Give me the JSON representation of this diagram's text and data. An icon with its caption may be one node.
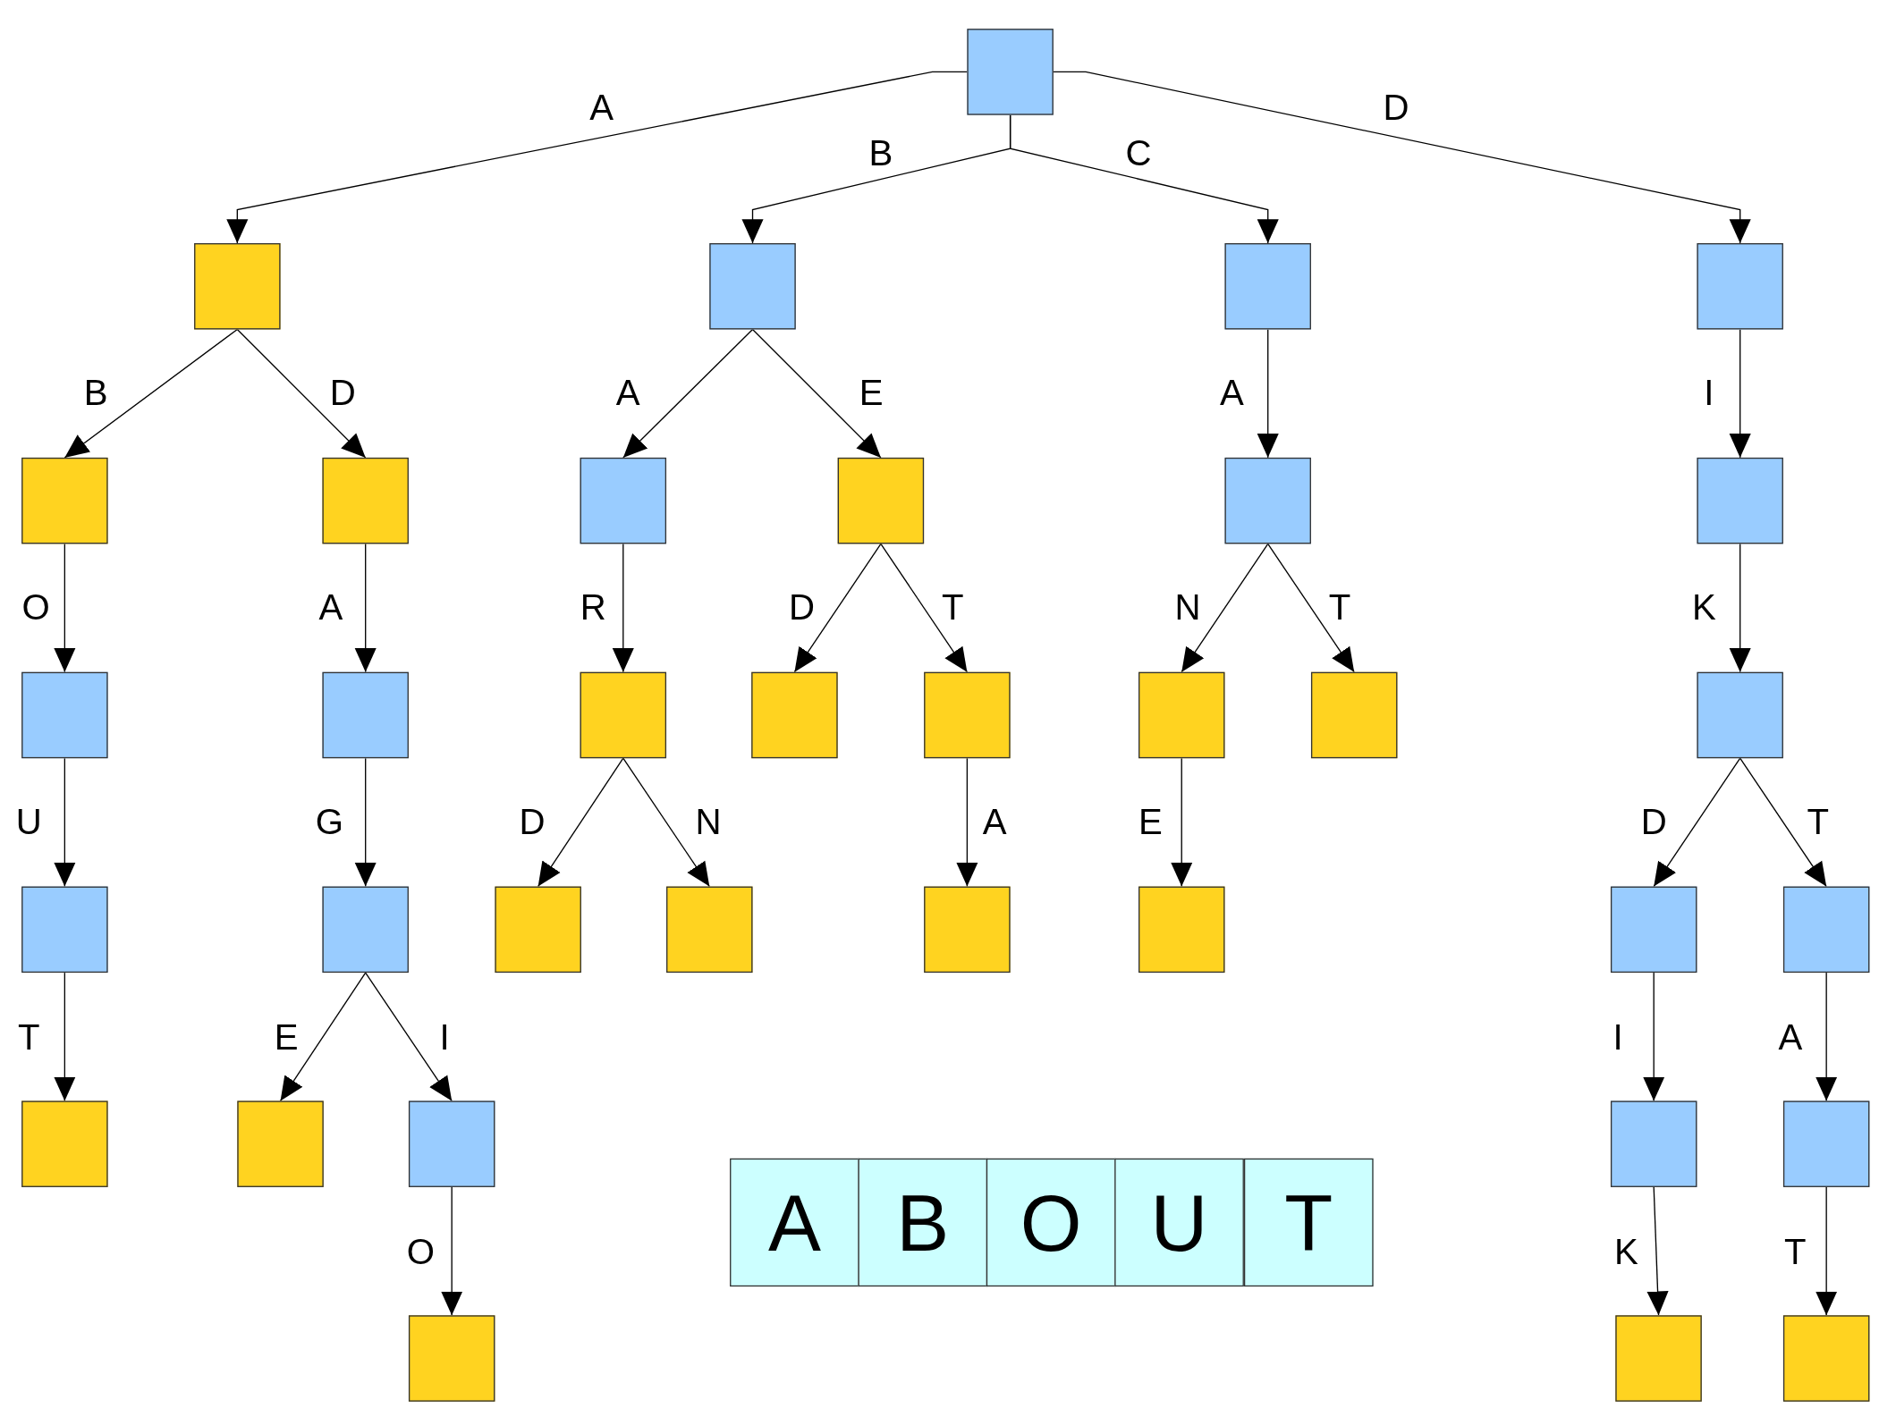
{
  "diagram": {
    "nodes": [
      {
        "text": [],
        "shape": "box"
      },
      {
        "text": [],
        "shape": "box"
      },
      {
        "text": [],
        "shape": "box"
      },
      {
        "text": [],
        "shape": "box"
      },
      {
        "text": [],
        "shape": "box"
      },
      {
        "text": [],
        "shape": "box"
      },
      {
        "text": [],
        "shape": "box"
      },
      {
        "text": [],
        "shape": "box"
      },
      {
        "text": [],
        "shape": "box"
      },
      {
        "text": [],
        "shape": "box"
      },
      {
        "text": [],
        "shape": "box"
      },
      {
        "text": [],
        "shape": "box"
      },
      {
        "text": [],
        "shape": "box"
      },
      {
        "text": [],
        "shape": "box"
      },
      {
        "text": [],
        "shape": "box"
      },
      {
        "text": [],
        "shape": "box"
      },
      {
        "text": [],
        "shape": "box"
      },
      {
        "text": [],
        "shape": "box"
      },
      {
        "text": [],
        "shape": "box"
      },
      {
        "text": [],
        "shape": "box"
      },
      {
        "text": [],
        "shape": "box"
      },
      {
        "text": [],
        "shape": "box"
      },
      {
        "text": [],
        "shape": "box"
      },
      {
        "text": [],
        "shape": "box"
      },
      {
        "text": [],
        "shape": "box"
      },
      {
        "text": [],
        "shape": "box"
      },
      {
        "text": [],
        "shape": "box"
      },
      {
        "text": [],
        "shape": "box"
      },
      {
        "text": [],
        "shape": "box"
      },
      {
        "text": [],
        "shape": "box"
      },
      {
        "text": [],
        "shape": "box"
      },
      {
        "text": [],
        "shape": "box"
      },
      {
        "text": [],
        "shape": "box"
      },
      {
        "text": [],
        "shape": "box"
      },
      {
        "text": [],
        "shape": "box"
      },
      {
        "text": [
          "A"
        ]
      },
      {
        "text": [
          "B"
        ]
      },
      {
        "text": [
          "O"
        ]
      },
      {
        "text": [
          "U"
        ]
      },
      {
        "text": [
          "T"
        ]
      }
    ],
    "edges": [
      {
        "from": 0,
        "to": 1,
        "arrow": "to",
        "label": "A"
      },
      {
        "from": 0,
        "to": 2,
        "arrow": "to",
        "label": "B"
      },
      {
        "from": 0,
        "to": 3,
        "arrow": "to",
        "label": "C"
      },
      {
        "from": 0,
        "to": 4,
        "arrow": "to",
        "label": "D"
      },
      {
        "from": 1,
        "to": 5,
        "arrow": "to",
        "label": "B"
      },
      {
        "from": 1,
        "to": 6,
        "arrow": "to",
        "label": "D"
      },
      {
        "from": 2,
        "to": 7,
        "arrow": "to",
        "label": "A"
      },
      {
        "from": 2,
        "to": 8,
        "arrow": "to",
        "label": "E"
      },
      {
        "from": 3,
        "to": 9,
        "arrow": "to",
        "label": "A"
      },
      {
        "from": 4,
        "to": 10,
        "arrow": "to",
        "label": "I"
      },
      {
        "from": 5,
        "to": 11,
        "arrow": "to",
        "label": "O"
      },
      {
        "from": 6,
        "to": 12,
        "arrow": "to",
        "label": "A"
      },
      {
        "from": 7,
        "to": 13,
        "arrow": "to",
        "label": "R"
      },
      {
        "from": 8,
        "to": 14,
        "arrow": "to",
        "label": "D"
      },
      {
        "from": 8,
        "to": 15,
        "arrow": "to",
        "label": "T"
      },
      {
        "from": 9,
        "to": 16,
        "arrow": "to",
        "label": "N"
      },
      {
        "from": 9,
        "to": 17,
        "arrow": "to",
        "label": "T"
      },
      {
        "from": 10,
        "to": 18,
        "arrow": "to",
        "label": "K"
      },
      {
        "from": 11,
        "to": 19,
        "arrow": "to",
        "label": "U"
      },
      {
        "from": 12,
        "to": 20,
        "arrow": "to",
        "label": "G"
      },
      {
        "from": 13,
        "to": 21,
        "arrow": "to",
        "label": "D"
      },
      {
        "from": 13,
        "to": 22,
        "arrow": "to",
        "label": "N"
      },
      {
        "from": 15,
        "to": 23,
        "arrow": "to",
        "label": "A"
      },
      {
        "from": 16,
        "to": 24,
        "arrow": "to",
        "label": "E"
      },
      {
        "from": 18,
        "to": 25,
        "arrow": "to",
        "label": "D"
      },
      {
        "from": 18,
        "to": 26,
        "arrow": "to",
        "label": "T"
      },
      {
        "from": 19,
        "to": 27,
        "arrow": "to",
        "label": "T"
      },
      {
        "from": 20,
        "to": 28,
        "arrow": "to",
        "label": "E"
      },
      {
        "from": 20,
        "to": 29,
        "arrow": "to",
        "label": "I"
      },
      {
        "from": 25,
        "to": 30,
        "arrow": "to",
        "label": "I"
      },
      {
        "from": 26,
        "to": 31,
        "arrow": "to",
        "label": "A"
      },
      {
        "from": 29,
        "to": 32,
        "arrow": "to",
        "label": "O"
      },
      {
        "from": 30,
        "to": 33,
        "arrow": "to",
        "label": "K"
      },
      {
        "from": 31,
        "to": 34,
        "arrow": "to",
        "label": "T"
      }
    ]
  }
}
